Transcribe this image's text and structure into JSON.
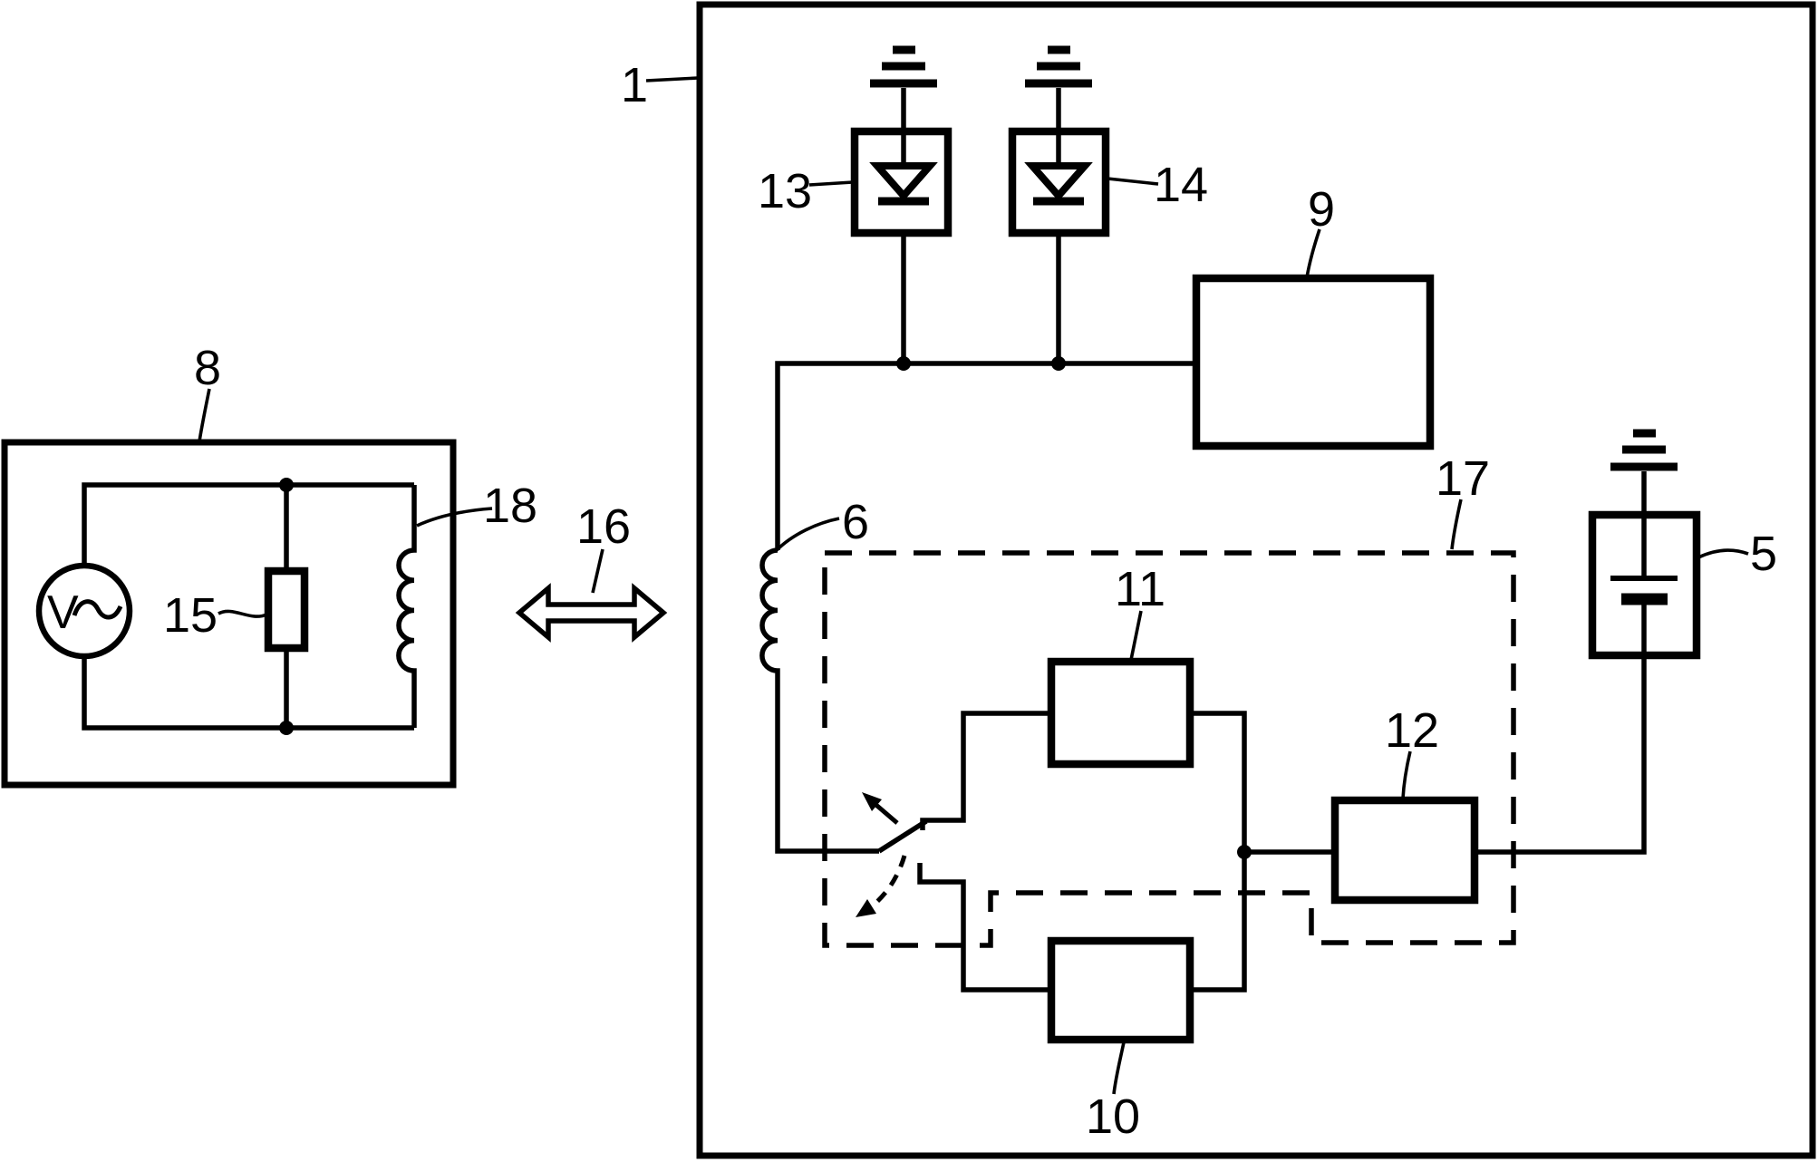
{
  "diagram": {
    "background": "#ffffff",
    "ink": "#000000",
    "labels": {
      "main_unit": "1",
      "battery": "5",
      "transponder_coil": "6",
      "base_station": "8",
      "control_block": "9",
      "lower_block": "10",
      "upper_block": "11",
      "output_block": "12",
      "left_diode": "13",
      "right_diode": "14",
      "resistor": "15",
      "coupling_arrow": "16",
      "switch_module": "17",
      "base_coil": "18",
      "voltage_source": "V"
    }
  }
}
